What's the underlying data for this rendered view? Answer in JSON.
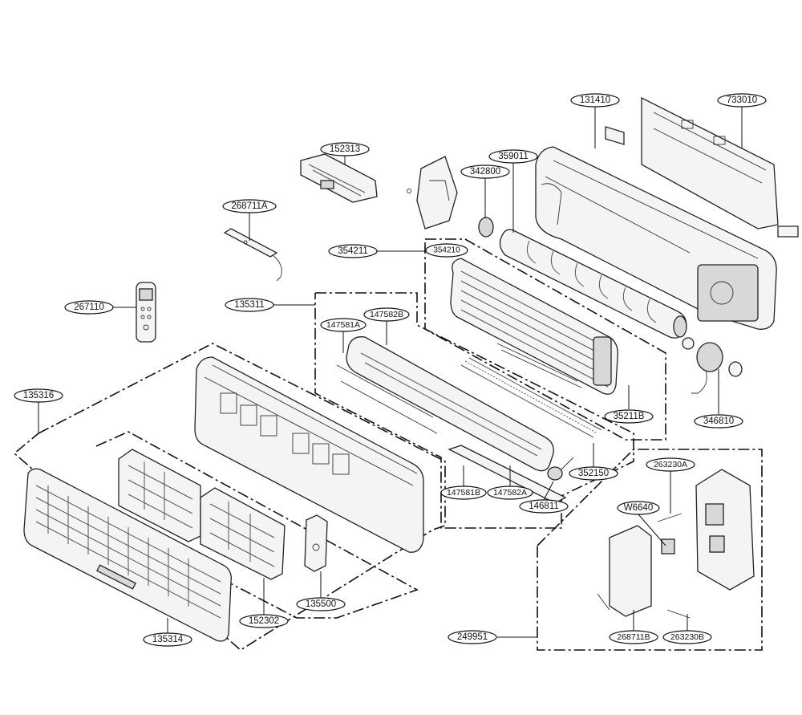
{
  "callouts": [
    {
      "id": "c131410",
      "label": "131410"
    },
    {
      "id": "c733010",
      "label": "733010"
    },
    {
      "id": "c152313",
      "label": "152313"
    },
    {
      "id": "c359011",
      "label": "359011"
    },
    {
      "id": "c342800",
      "label": "342800"
    },
    {
      "id": "c268711A",
      "label": "268711A"
    },
    {
      "id": "c354211",
      "label": "354211"
    },
    {
      "id": "c354210",
      "label": "354210"
    },
    {
      "id": "c267110",
      "label": "267110"
    },
    {
      "id": "c135311",
      "label": "135311"
    },
    {
      "id": "c147582B",
      "label": "147582B"
    },
    {
      "id": "c147581A",
      "label": "147581A"
    },
    {
      "id": "c135316",
      "label": "135316"
    },
    {
      "id": "c35211B",
      "label": "35211B"
    },
    {
      "id": "c346810",
      "label": "346810"
    },
    {
      "id": "c352150",
      "label": "352150"
    },
    {
      "id": "c147581B",
      "label": "147581B"
    },
    {
      "id": "c147582A",
      "label": "147582A"
    },
    {
      "id": "c146811",
      "label": "146811"
    },
    {
      "id": "c263230A",
      "label": "263230A"
    },
    {
      "id": "cW6640",
      "label": "W6640"
    },
    {
      "id": "c135500",
      "label": "135500"
    },
    {
      "id": "c152302",
      "label": "152302"
    },
    {
      "id": "c135314",
      "label": "135314"
    },
    {
      "id": "c249951",
      "label": "249951"
    },
    {
      "id": "c268711B",
      "label": "268711B"
    },
    {
      "id": "c263230B",
      "label": "263230B"
    }
  ]
}
